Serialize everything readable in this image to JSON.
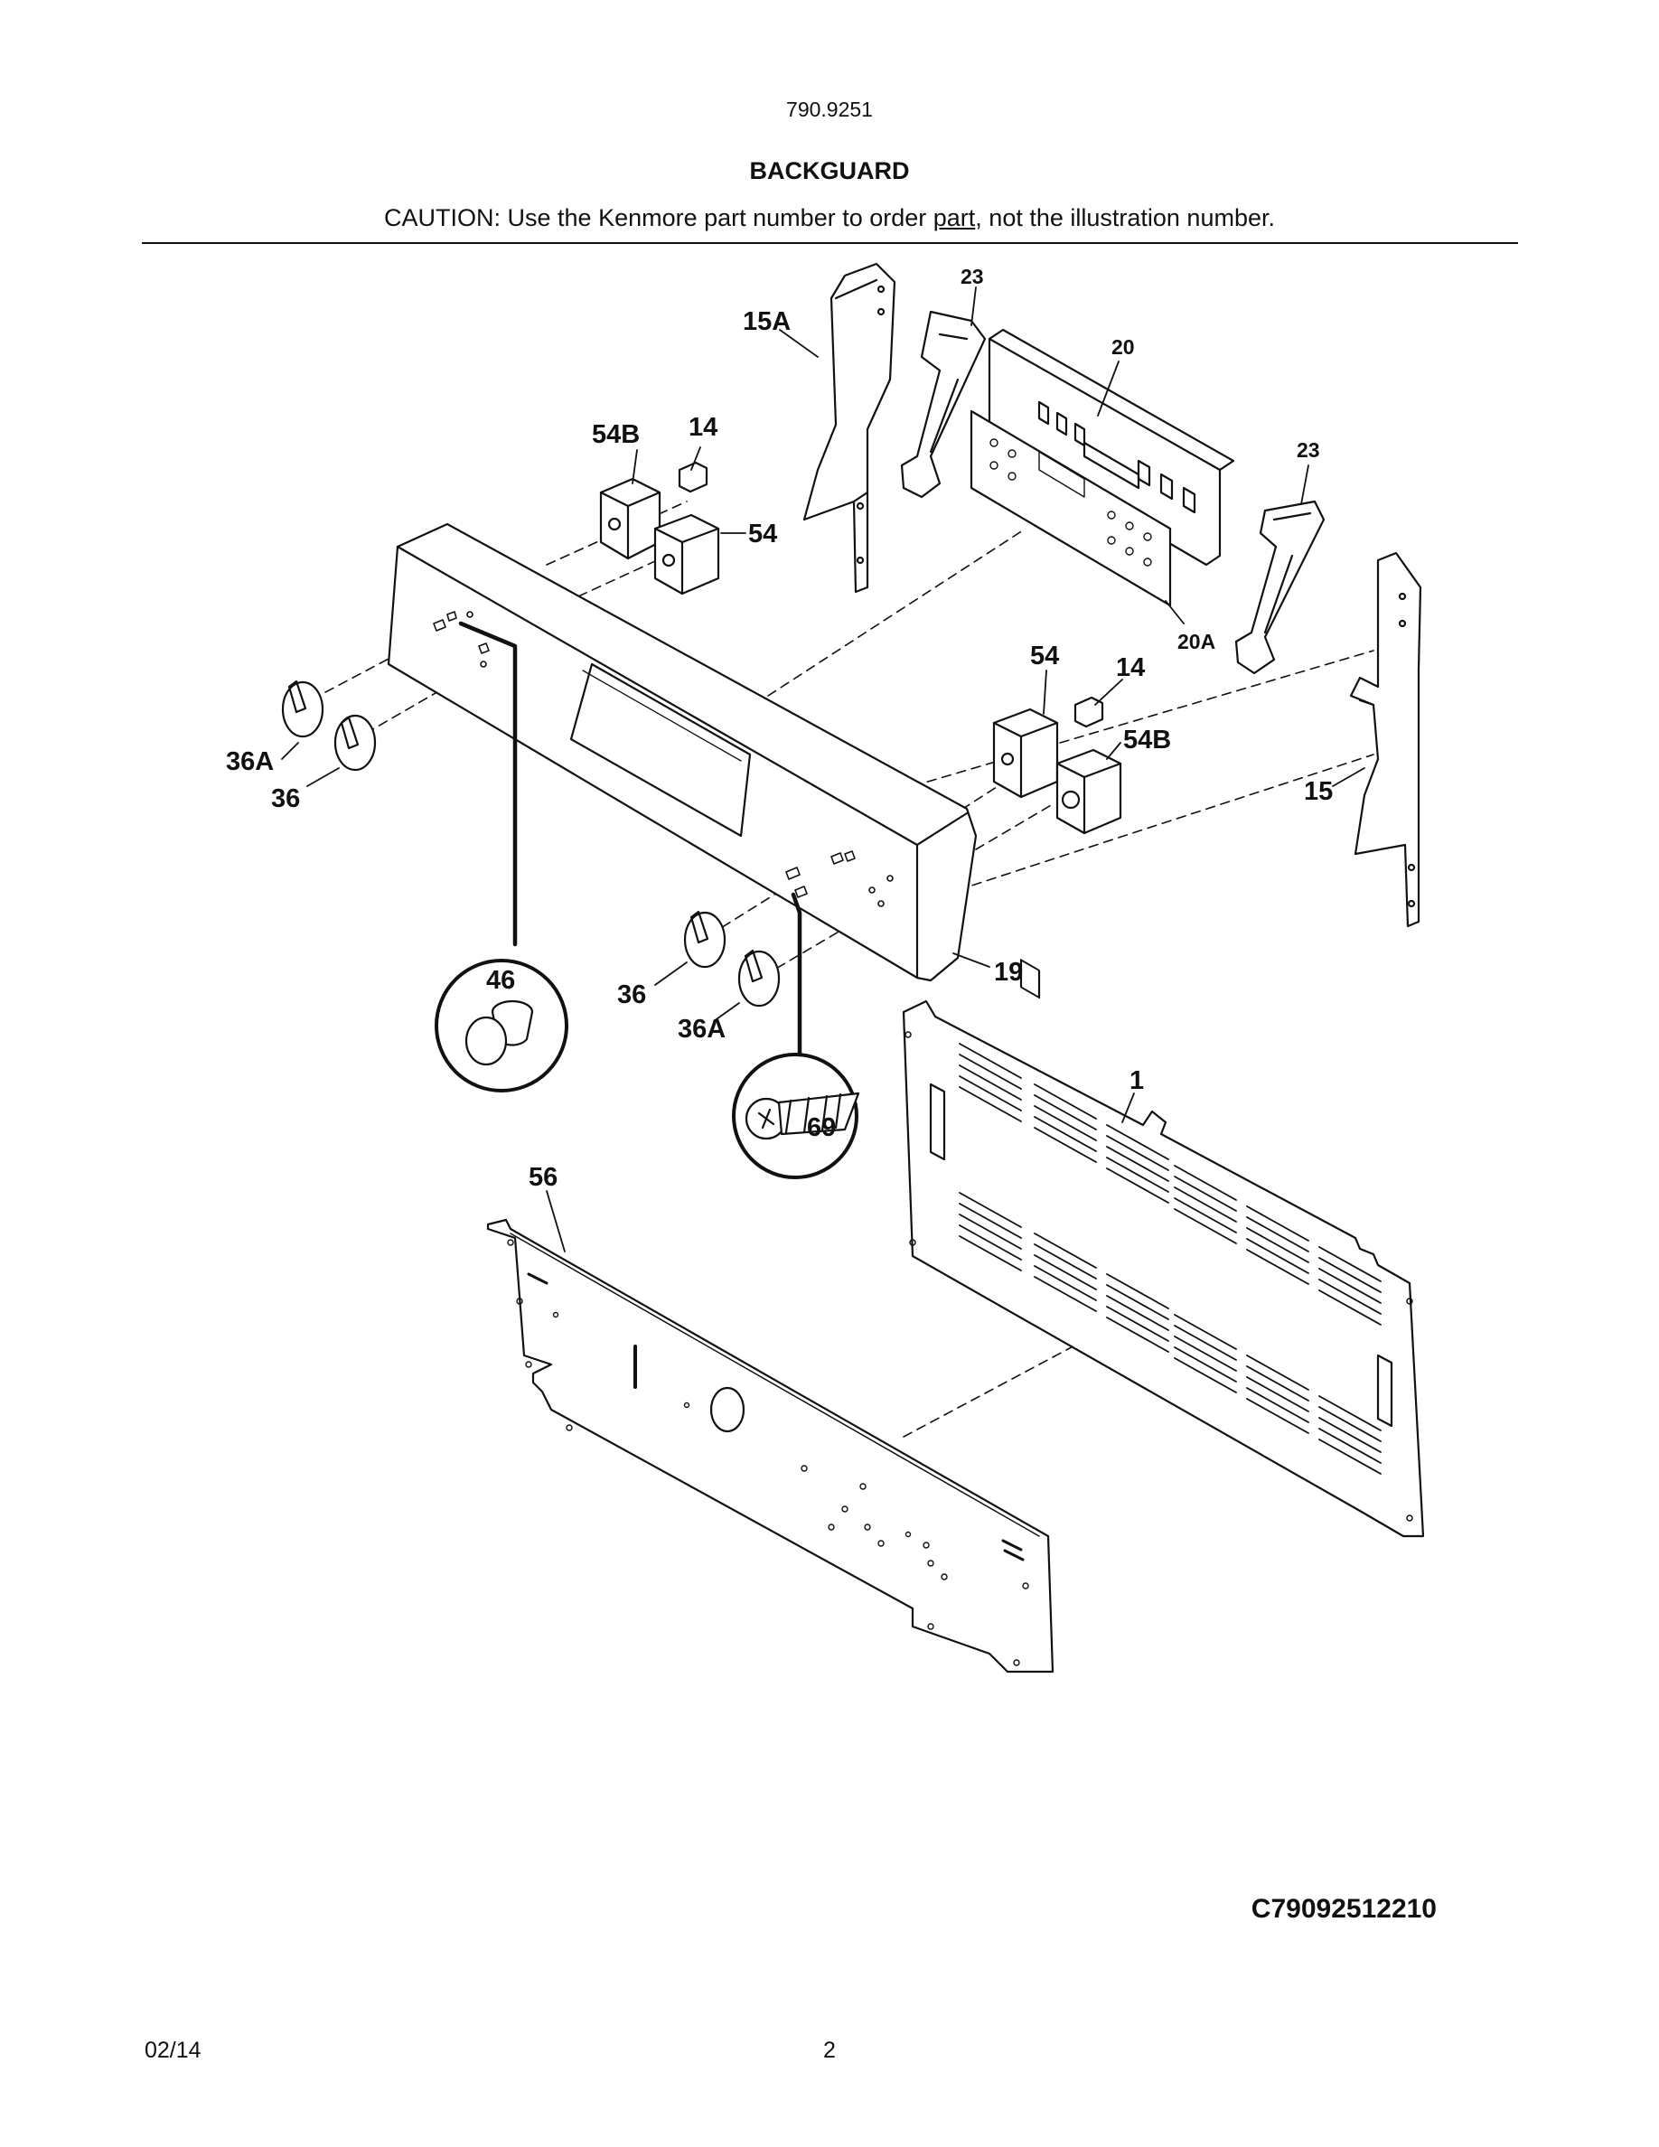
{
  "header": {
    "model": "790.9251",
    "title": "BACKGUARD",
    "caution_before": "CAUTION: Use the Kenmore part number to order ",
    "caution_link": "part",
    "caution_after": ", not the illustration number."
  },
  "footer": {
    "code": "C79092512210",
    "date": "02/14",
    "page": "2"
  },
  "callouts": {
    "c23a": "23",
    "c15a": "15A",
    "c20": "20",
    "c54b_top": "54B",
    "c14_top": "14",
    "c23b": "23",
    "c54_top": "54",
    "c20a": "20A",
    "c54_mid": "54",
    "c14_mid": "14",
    "c54b_mid": "54B",
    "c36a_left": "36A",
    "c36_left": "36",
    "c15": "15",
    "c46": "46",
    "c36_mid": "36",
    "c19": "19",
    "c36a_mid": "36A",
    "c1": "1",
    "c69": "69",
    "c56": "56"
  }
}
